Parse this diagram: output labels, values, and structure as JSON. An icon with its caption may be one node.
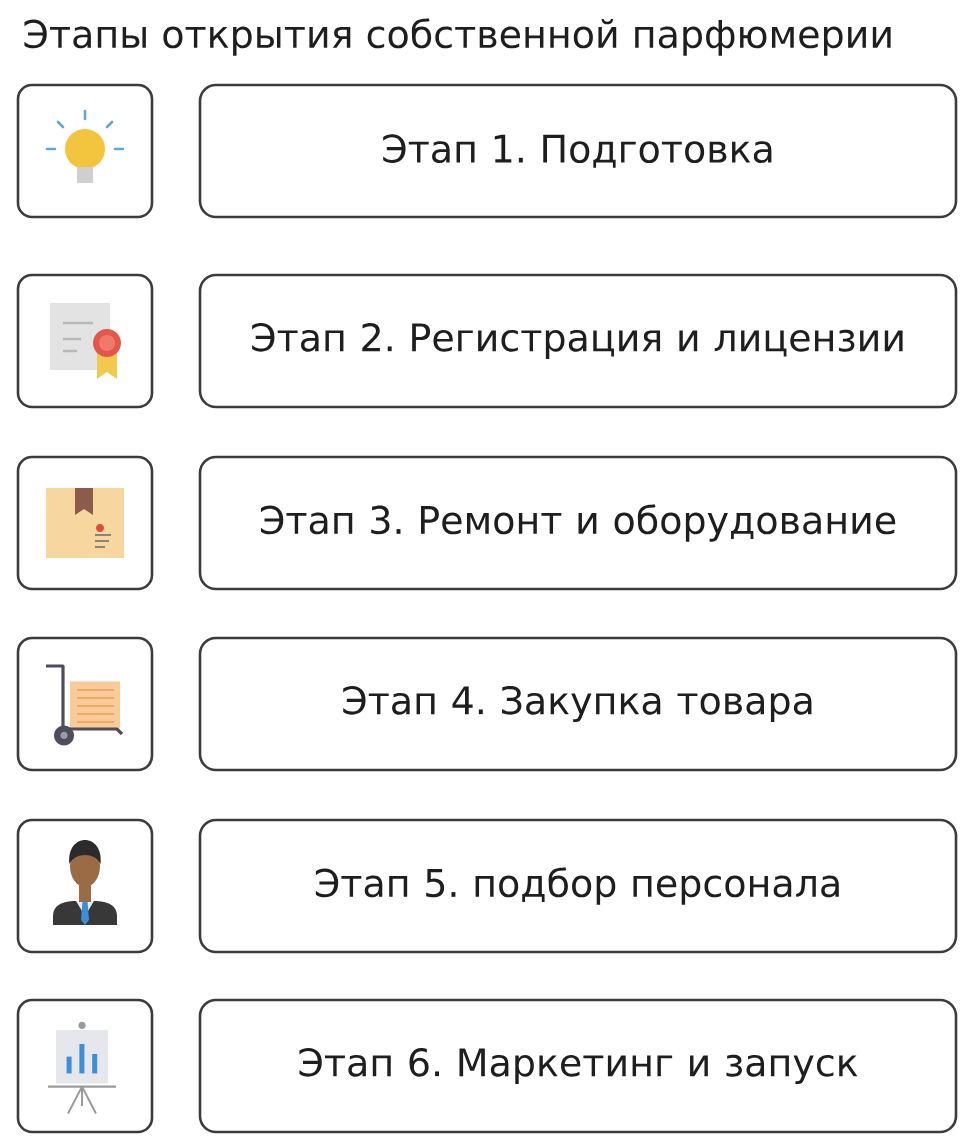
{
  "diagram": {
    "title": "Этапы открытия собственной парфюмерии",
    "nodes": [
      {
        "text": [],
        "shape": "box"
      },
      {
        "text": [
          "Этап 1. Подготовка"
        ]
      },
      {
        "text": [],
        "shape": "box"
      },
      {
        "text": [
          "Этап 2. Регистрация и лицензии"
        ]
      },
      {
        "text": [],
        "shape": "box"
      },
      {
        "text": [
          "Этап 3. Ремонт и оборудование"
        ]
      },
      {
        "text": [],
        "shape": "box"
      },
      {
        "text": [
          "Этап 4. Закупка товара"
        ]
      },
      {
        "text": [],
        "shape": "box"
      },
      {
        "text": [
          "Этап 5. подбор персонала"
        ]
      },
      {
        "text": [],
        "shape": "box"
      },
      {
        "text": [
          "Этап 6. Маркетинг и запуск"
        ]
      }
    ]
  }
}
